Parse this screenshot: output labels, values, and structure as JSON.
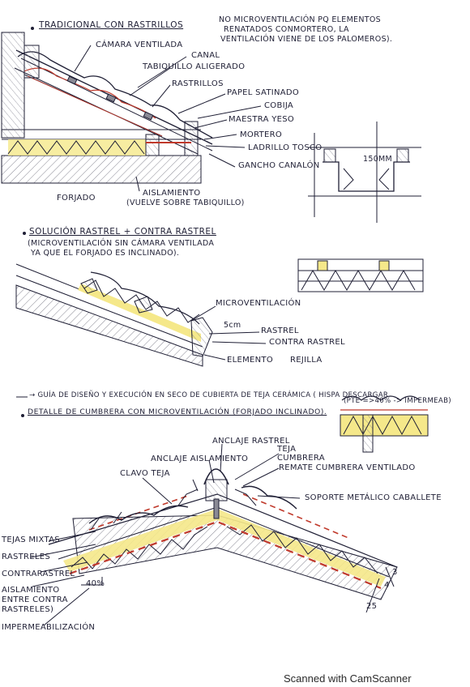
{
  "section1": {
    "title": "TRADICIONAL CON RASTRILLOS",
    "note": [
      "NO MICROVENTILACIÓN PQ ELEMENTOS",
      "RENATADOS CONMORTERO, LA",
      "VENTILACIÓN VIENE DE LOS PALOMEROS)."
    ],
    "labels": {
      "camara": "CÁMARA VENTILADA",
      "canal": "CANAL",
      "tabiquillo": "TABIQUILLO ALIGERADO",
      "rastrillos": "RASTRILLOS",
      "papel": "PAPEL SATINADO",
      "cobija": "COBIJA",
      "maestra": "MAESTRA YESO",
      "mortero": "MORTERO",
      "ladrillo": "LADRILLO TOSCO",
      "gancho": "GANCHO CANALÓN",
      "forjado": "FORJADO",
      "aislamiento": "AISLAMIENTO",
      "aislamiento_sub": "(VUELVE SOBRE TABIQUILLO)",
      "dim": "150MM"
    }
  },
  "section2": {
    "title": "SOLUCIÓN RASTREL + CONTRA RASTREL",
    "subtitle": [
      "(MICROVENTILACIÓN SIN CÁMARA VENTILADA",
      "YA QUE EL FORJADO ES INCLINADO)."
    ],
    "labels": {
      "micro": "MICROVENTILACIÓN",
      "dim": "5cm",
      "rastrel": "RASTREL",
      "contra": "CONTRA RASTREL",
      "elemento": "ELEMENTO",
      "rejilla": "REJILLA"
    }
  },
  "section3": {
    "guide": "→ GUÍA DE DISEÑO Y EXECUCIÓN EN SECO DE CUBIERTA DE TEJA CERÁMICA ( HISPA    DESCARGAR",
    "title": "DETALLE DE CUMBRERA CON MICROVENTILACIÓN (FORJADO INCLINADO).",
    "title_note": "(PTE =>40% -> IMPERMEAB)",
    "labels": {
      "anclaje_rastrel": "ANCLAJE RASTREL",
      "anclaje_aisl": "ANCLAJE AISLAMIENTO",
      "teja_cumbrera_1": "TEJA",
      "teja_cumbrera_2": "CUMBRERA",
      "remate": "REMATE CUMBRERA VENTILADO",
      "clavo": "CLAVO TEJA",
      "soporte": "SOPORTE METÁLICO CABALLETE",
      "tejas_mixtas": "TEJAS MIXTAS",
      "rastreles": "RASTRELES",
      "contrarastrel": "CONTRARASTREL",
      "aisl1": "AISLAMIENTO",
      "aisl2": "ENTRE CONTRA",
      "aisl3": "RASTRELES)",
      "impermeab": "IMPERMEABILIZACIÓN",
      "pct": "40%",
      "d3": "3",
      "d4": "4",
      "d25": "25"
    }
  },
  "footer": "Scanned with CamScanner",
  "colors": {
    "ink": "#1f1f35",
    "insulation": "#e8d34a",
    "red": "#c0392b",
    "grey": "#8a8a95"
  }
}
